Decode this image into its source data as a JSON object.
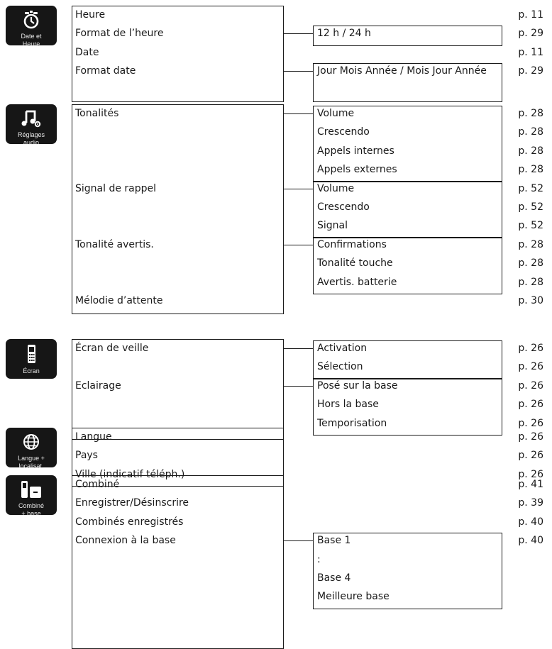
{
  "sections": [
    {
      "icon": "alarm-clock-icon",
      "caption": "Date et\nHeure",
      "items": [
        {
          "label": "Heure",
          "page": "p. 11"
        },
        {
          "label": "Format de l’heure",
          "sub": [
            {
              "label": "12 h / 24 h",
              "page": "p. 29"
            }
          ]
        },
        {
          "label": "Date",
          "page": "p. 11"
        },
        {
          "label": "Format date",
          "sub": [
            {
              "label": "Jour Mois Année / Mois Jour Année",
              "page": "p. 29"
            }
          ]
        }
      ]
    },
    {
      "icon": "music-note-gear-icon",
      "caption": "Réglages\naudio",
      "items": [
        {
          "label": "Tonalités",
          "sub": [
            {
              "label": "Volume",
              "page": "p. 28"
            },
            {
              "label": "Crescendo",
              "page": "p. 28"
            },
            {
              "label": "Appels internes",
              "page": "p. 28"
            },
            {
              "label": "Appels externes",
              "page": "p. 28"
            }
          ]
        },
        {
          "label": "Signal de rappel",
          "sub": [
            {
              "label": "Volume",
              "page": "p. 52"
            },
            {
              "label": "Crescendo",
              "page": "p. 52"
            },
            {
              "label": "Signal",
              "page": "p. 52"
            }
          ]
        },
        {
          "label": "Tonalité avertis.",
          "sub": [
            {
              "label": "Confirmations",
              "page": "p. 28"
            },
            {
              "label": "Tonalité touche",
              "page": "p. 28"
            },
            {
              "label": "Avertis. batterie",
              "page": "p. 28"
            }
          ]
        },
        {
          "label": "Mélodie d’attente",
          "page": "p. 30"
        }
      ]
    },
    {
      "icon": "handset-screen-icon",
      "caption": "Écran",
      "items": [
        {
          "label": "Écran de veille",
          "sub": [
            {
              "label": "Activation",
              "page": "p. 26"
            },
            {
              "label": "Sélection",
              "page": "p. 26"
            }
          ]
        },
        {
          "label": "Eclairage",
          "sub": [
            {
              "label": "Posé sur la base",
              "page": "p. 26"
            },
            {
              "label": "Hors la base",
              "page": "p. 26"
            },
            {
              "label": "Temporisation",
              "page": "p. 26"
            }
          ]
        }
      ]
    },
    {
      "icon": "globe-icon",
      "caption": "Langue +\nlocalisat.",
      "items": [
        {
          "label": "Langue",
          "page": "p. 26"
        },
        {
          "label": "Pays",
          "page": "p. 26"
        },
        {
          "label": "Ville (indicatif téléph.)",
          "page": "p. 26"
        }
      ]
    },
    {
      "icon": "handset-base-icon",
      "caption": "Combiné\n+ base",
      "items": [
        {
          "label": "Combiné",
          "page": "p. 41"
        },
        {
          "label": "Enregistrer/Désinscrire",
          "page": "p. 39"
        },
        {
          "label": "Combinés enregistrés",
          "page": "p. 40"
        },
        {
          "label": "Connexion à la base",
          "sub": [
            {
              "label": "Base 1",
              "page": "p. 40"
            },
            {
              "label": ":"
            },
            {
              "label": "Base 4"
            },
            {
              "label": "Meilleure base"
            }
          ]
        }
      ]
    }
  ]
}
